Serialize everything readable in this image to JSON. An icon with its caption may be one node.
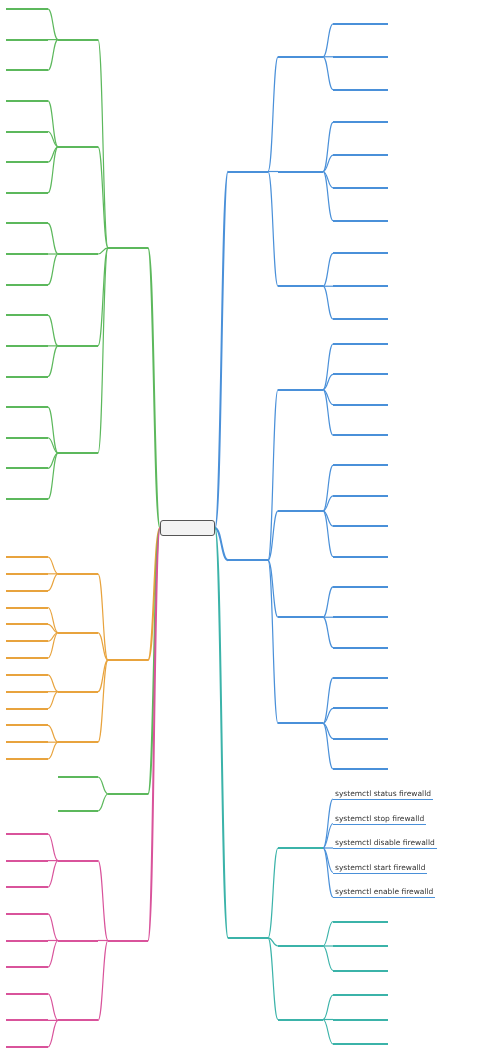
{
  "diagram": {
    "nodes": [
      {
        "text": [],
        "shape": "box"
      },
      {
        "text": [],
        "shape": "bar"
      },
      {
        "text": [],
        "shape": "bar"
      },
      {
        "text": [],
        "shape": "bar"
      },
      {
        "text": [],
        "shape": "bar"
      },
      {
        "text": [],
        "shape": "bar"
      },
      {
        "text": [],
        "shape": "bar"
      },
      {
        "text": [],
        "shape": "bar"
      },
      {
        "text": [],
        "shape": "bar"
      },
      {
        "text": [],
        "shape": "bar"
      },
      {
        "text": [],
        "shape": "bar"
      },
      {
        "text": [],
        "shape": "bar"
      },
      {
        "text": [],
        "shape": "bar"
      },
      {
        "text": [],
        "shape": "bar"
      },
      {
        "text": [],
        "shape": "bar"
      },
      {
        "text": [],
        "shape": "bar"
      },
      {
        "text": [],
        "shape": "bar"
      },
      {
        "text": [],
        "shape": "bar"
      },
      {
        "text": [],
        "shape": "bar"
      },
      {
        "text": [],
        "shape": "bar"
      },
      {
        "text": [],
        "shape": "bar"
      },
      {
        "text": [],
        "shape": "bar"
      },
      {
        "text": [],
        "shape": "bar"
      },
      {
        "text": [],
        "shape": "bar"
      },
      {
        "text": [],
        "shape": "bar"
      },
      {
        "text": [],
        "shape": "bar"
      },
      {
        "text": [],
        "shape": "bar"
      },
      {
        "text": [],
        "shape": "bar"
      },
      {
        "text": [],
        "shape": "bar"
      },
      {
        "text": [],
        "shape": "bar"
      },
      {
        "text": [],
        "shape": "bar"
      },
      {
        "text": [],
        "shape": "bar"
      },
      {
        "text": [],
        "shape": "bar"
      },
      {
        "text": [],
        "shape": "bar"
      },
      {
        "text": [],
        "shape": "bar"
      },
      {
        "text": [],
        "shape": "bar"
      },
      {
        "text": [],
        "shape": "bar"
      },
      {
        "text": [],
        "shape": "bar"
      },
      {
        "text": [],
        "shape": "bar"
      },
      {
        "text": [],
        "shape": "bar"
      },
      {
        "text": [],
        "shape": "bar"
      },
      {
        "text": [],
        "shape": "bar"
      },
      {
        "text": [],
        "shape": "bar"
      },
      {
        "text": [],
        "shape": "bar"
      },
      {
        "text": [],
        "shape": "bar"
      },
      {
        "text": [],
        "shape": "bar"
      },
      {
        "text": [],
        "shape": "bar"
      },
      {
        "text": [],
        "shape": "bar"
      },
      {
        "text": [],
        "shape": "bar"
      },
      {
        "text": [],
        "shape": "bar"
      },
      {
        "text": [],
        "shape": "bar"
      },
      {
        "text": [],
        "shape": "bar"
      },
      {
        "text": [],
        "shape": "bar"
      },
      {
        "text": [],
        "shape": "bar"
      },
      {
        "text": [],
        "shape": "bar"
      },
      {
        "text": [],
        "shape": "bar"
      },
      {
        "text": [],
        "shape": "bar"
      },
      {
        "text": [],
        "shape": "bar"
      },
      {
        "text": [],
        "shape": "bar"
      },
      {
        "text": [],
        "shape": "bar"
      },
      {
        "text": [],
        "shape": "bar"
      },
      {
        "text": [],
        "shape": "bar"
      },
      {
        "text": [],
        "shape": "bar"
      },
      {
        "text": [],
        "shape": "bar"
      },
      {
        "text": [],
        "shape": "bar"
      },
      {
        "text": [],
        "shape": "bar"
      },
      {
        "text": [],
        "shape": "bar"
      },
      {
        "text": [],
        "shape": "bar"
      },
      {
        "text": [],
        "shape": "bar"
      },
      {
        "text": [],
        "shape": "bar"
      },
      {
        "text": [],
        "shape": "bar"
      },
      {
        "text": [],
        "shape": "bar"
      },
      {
        "text": [],
        "shape": "bar"
      },
      {
        "text": [],
        "shape": "bar"
      },
      {
        "text": [],
        "shape": "bar"
      },
      {
        "text": [],
        "shape": "bar"
      },
      {
        "text": [],
        "shape": "bar"
      },
      {
        "text": [],
        "shape": "bar"
      },
      {
        "text": [],
        "shape": "bar"
      },
      {
        "text": [],
        "shape": "bar"
      },
      {
        "text": [],
        "shape": "bar"
      },
      {
        "text": [],
        "shape": "bar"
      },
      {
        "text": [],
        "shape": "bar"
      },
      {
        "text": [],
        "shape": "bar"
      },
      {
        "text": [],
        "shape": "bar"
      },
      {
        "text": [],
        "shape": "bar"
      },
      {
        "text": [],
        "shape": "bar"
      },
      {
        "text": [],
        "shape": "bar"
      },
      {
        "text": [],
        "shape": "bar"
      },
      {
        "text": [],
        "shape": "bar"
      },
      {
        "text": [],
        "shape": "bar"
      },
      {
        "text": [],
        "shape": "bar"
      },
      {
        "text": [],
        "shape": "bar"
      },
      {
        "text": [],
        "shape": "bar"
      },
      {
        "text": [],
        "shape": "bar"
      },
      {
        "text": [],
        "shape": "bar"
      },
      {
        "text": [
          "systemctl status firewalld"
        ]
      },
      {
        "text": [
          "systemctl stop firewalld"
        ]
      },
      {
        "text": [
          "systemctl disable firewalld"
        ]
      },
      {
        "text": [
          "systemctl start firewalld"
        ]
      },
      {
        "text": [
          "systemctl enable firewalld"
        ]
      },
      {
        "text": [],
        "shape": "bar"
      },
      {
        "text": [],
        "shape": "bar"
      },
      {
        "text": [],
        "shape": "bar"
      },
      {
        "text": [],
        "shape": "bar"
      },
      {
        "text": [],
        "shape": "bar"
      },
      {
        "text": [],
        "shape": "bar"
      }
    ],
    "edges": [
      {
        "from": 0,
        "to": 1,
        "arrow": "none",
        "color": "#5cb85c"
      },
      {
        "from": 0,
        "to": 2,
        "arrow": "none",
        "color": "#e8a33d"
      },
      {
        "from": 0,
        "to": 3,
        "arrow": "none",
        "color": "#5cb85c"
      },
      {
        "from": 0,
        "to": 4,
        "arrow": "none",
        "color": "#d9539b"
      },
      {
        "from": 0,
        "to": 5,
        "arrow": "none"
      },
      {
        "from": 0,
        "to": 6,
        "arrow": "none"
      },
      {
        "from": 0,
        "to": 7,
        "arrow": "none",
        "color": "#3bb3a9"
      },
      {
        "from": 1,
        "to": 8,
        "arrow": "none",
        "color": "#5cb85c"
      },
      {
        "from": 1,
        "to": 9,
        "arrow": "none",
        "color": "#5cb85c"
      },
      {
        "from": 1,
        "to": 10,
        "arrow": "none",
        "color": "#5cb85c"
      },
      {
        "from": 1,
        "to": 11,
        "arrow": "none",
        "color": "#5cb85c"
      },
      {
        "from": 1,
        "to": 12,
        "arrow": "none",
        "color": "#5cb85c"
      },
      {
        "from": 8,
        "to": 13,
        "arrow": "none",
        "color": "#5cb85c"
      },
      {
        "from": 8,
        "to": 14,
        "arrow": "none",
        "color": "#5cb85c"
      },
      {
        "from": 8,
        "to": 15,
        "arrow": "none",
        "color": "#5cb85c"
      },
      {
        "from": 9,
        "to": 16,
        "arrow": "none",
        "color": "#5cb85c"
      },
      {
        "from": 9,
        "to": 17,
        "arrow": "none",
        "color": "#5cb85c"
      },
      {
        "from": 9,
        "to": 18,
        "arrow": "none",
        "color": "#5cb85c"
      },
      {
        "from": 9,
        "to": 19,
        "arrow": "none",
        "color": "#5cb85c"
      },
      {
        "from": 10,
        "to": 20,
        "arrow": "none",
        "color": "#5cb85c"
      },
      {
        "from": 10,
        "to": 21,
        "arrow": "none",
        "color": "#5cb85c"
      },
      {
        "from": 10,
        "to": 22,
        "arrow": "none",
        "color": "#5cb85c"
      },
      {
        "from": 11,
        "to": 23,
        "arrow": "none",
        "color": "#5cb85c"
      },
      {
        "from": 11,
        "to": 24,
        "arrow": "none",
        "color": "#5cb85c"
      },
      {
        "from": 11,
        "to": 25,
        "arrow": "none",
        "color": "#5cb85c"
      },
      {
        "from": 12,
        "to": 26,
        "arrow": "none",
        "color": "#5cb85c"
      },
      {
        "from": 12,
        "to": 27,
        "arrow": "none",
        "color": "#5cb85c"
      },
      {
        "from": 12,
        "to": 28,
        "arrow": "none",
        "color": "#5cb85c"
      },
      {
        "from": 12,
        "to": 29,
        "arrow": "none",
        "color": "#5cb85c"
      },
      {
        "from": 2,
        "to": 30,
        "arrow": "none",
        "color": "#e8a33d"
      },
      {
        "from": 2,
        "to": 31,
        "arrow": "none",
        "color": "#e8a33d"
      },
      {
        "from": 2,
        "to": 32,
        "arrow": "none",
        "color": "#e8a33d"
      },
      {
        "from": 2,
        "to": 33,
        "arrow": "none",
        "color": "#e8a33d"
      },
      {
        "from": 30,
        "to": 34,
        "arrow": "none",
        "color": "#e8a33d"
      },
      {
        "from": 30,
        "to": 35,
        "arrow": "none",
        "color": "#e8a33d"
      },
      {
        "from": 30,
        "to": 36,
        "arrow": "none",
        "color": "#e8a33d"
      },
      {
        "from": 31,
        "to": 37,
        "arrow": "none",
        "color": "#e8a33d"
      },
      {
        "from": 31,
        "to": 38,
        "arrow": "none",
        "color": "#e8a33d"
      },
      {
        "from": 31,
        "to": 39,
        "arrow": "none",
        "color": "#e8a33d"
      },
      {
        "from": 31,
        "to": 40,
        "arrow": "none",
        "color": "#e8a33d"
      },
      {
        "from": 32,
        "to": 41,
        "arrow": "none",
        "color": "#e8a33d"
      },
      {
        "from": 32,
        "to": 42,
        "arrow": "none",
        "color": "#e8a33d"
      },
      {
        "from": 32,
        "to": 43,
        "arrow": "none",
        "color": "#e8a33d"
      },
      {
        "from": 33,
        "to": 44,
        "arrow": "none",
        "color": "#e8a33d"
      },
      {
        "from": 33,
        "to": 45,
        "arrow": "none",
        "color": "#e8a33d"
      },
      {
        "from": 33,
        "to": 46,
        "arrow": "none",
        "color": "#e8a33d"
      },
      {
        "from": 3,
        "to": 47,
        "arrow": "none",
        "color": "#5cb85c"
      },
      {
        "from": 3,
        "to": 48,
        "arrow": "none",
        "color": "#5cb85c"
      },
      {
        "from": 4,
        "to": 49,
        "arrow": "none",
        "color": "#d9539b"
      },
      {
        "from": 4,
        "to": 50,
        "arrow": "none",
        "color": "#d9539b"
      },
      {
        "from": 4,
        "to": 51,
        "arrow": "none",
        "color": "#d9539b"
      },
      {
        "from": 49,
        "to": 52,
        "arrow": "none",
        "color": "#d9539b"
      },
      {
        "from": 49,
        "to": 53,
        "arrow": "none",
        "color": "#d9539b"
      },
      {
        "from": 49,
        "to": 54,
        "arrow": "none",
        "color": "#d9539b"
      },
      {
        "from": 50,
        "to": 55,
        "arrow": "none",
        "color": "#d9539b"
      },
      {
        "from": 50,
        "to": 56,
        "arrow": "none",
        "color": "#d9539b"
      },
      {
        "from": 50,
        "to": 57,
        "arrow": "none",
        "color": "#d9539b"
      },
      {
        "from": 51,
        "to": 58,
        "arrow": "none",
        "color": "#d9539b"
      },
      {
        "from": 51,
        "to": 59,
        "arrow": "none",
        "color": "#d9539b"
      },
      {
        "from": 51,
        "to": 60,
        "arrow": "none",
        "color": "#d9539b"
      },
      {
        "from": 5,
        "to": 61,
        "arrow": "none"
      },
      {
        "from": 5,
        "to": 62,
        "arrow": "none"
      },
      {
        "from": 5,
        "to": 63,
        "arrow": "none"
      },
      {
        "from": 61,
        "to": 64,
        "arrow": "none"
      },
      {
        "from": 61,
        "to": 65,
        "arrow": "none"
      },
      {
        "from": 61,
        "to": 66,
        "arrow": "none"
      },
      {
        "from": 62,
        "to": 67,
        "arrow": "none"
      },
      {
        "from": 62,
        "to": 68,
        "arrow": "none"
      },
      {
        "from": 62,
        "to": 69,
        "arrow": "none"
      },
      {
        "from": 62,
        "to": 70,
        "arrow": "none"
      },
      {
        "from": 63,
        "to": 71,
        "arrow": "none"
      },
      {
        "from": 63,
        "to": 72,
        "arrow": "none"
      },
      {
        "from": 63,
        "to": 73,
        "arrow": "none"
      },
      {
        "from": 6,
        "to": 74,
        "arrow": "none"
      },
      {
        "from": 6,
        "to": 75,
        "arrow": "none"
      },
      {
        "from": 6,
        "to": 76,
        "arrow": "none"
      },
      {
        "from": 6,
        "to": 77,
        "arrow": "none"
      },
      {
        "from": 74,
        "to": 78,
        "arrow": "none"
      },
      {
        "from": 74,
        "to": 79,
        "arrow": "none"
      },
      {
        "from": 74,
        "to": 80,
        "arrow": "none"
      },
      {
        "from": 74,
        "to": 81,
        "arrow": "none"
      },
      {
        "from": 75,
        "to": 82,
        "arrow": "none"
      },
      {
        "from": 75,
        "to": 83,
        "arrow": "none"
      },
      {
        "from": 75,
        "to": 84,
        "arrow": "none"
      },
      {
        "from": 75,
        "to": 85,
        "arrow": "none"
      },
      {
        "from": 76,
        "to": 86,
        "arrow": "none"
      },
      {
        "from": 76,
        "to": 87,
        "arrow": "none"
      },
      {
        "from": 76,
        "to": 88,
        "arrow": "none"
      },
      {
        "from": 77,
        "to": 89,
        "arrow": "none"
      },
      {
        "from": 77,
        "to": 90,
        "arrow": "none"
      },
      {
        "from": 77,
        "to": 91,
        "arrow": "none"
      },
      {
        "from": 77,
        "to": 92,
        "arrow": "none"
      },
      {
        "from": 7,
        "to": 93,
        "arrow": "none",
        "color": "#3bb3a9"
      },
      {
        "from": 7,
        "to": 94,
        "arrow": "none",
        "color": "#3bb3a9"
      },
      {
        "from": 7,
        "to": 95,
        "arrow": "none",
        "color": "#3bb3a9"
      },
      {
        "from": 93,
        "to": 96,
        "arrow": "none"
      },
      {
        "from": 93,
        "to": 97,
        "arrow": "none"
      },
      {
        "from": 93,
        "to": 98,
        "arrow": "none"
      },
      {
        "from": 93,
        "to": 99,
        "arrow": "none"
      },
      {
        "from": 93,
        "to": 100,
        "arrow": "none"
      },
      {
        "from": 94,
        "to": 101,
        "arrow": "none",
        "color": "#3bb3a9"
      },
      {
        "from": 94,
        "to": 102,
        "arrow": "none",
        "color": "#3bb3a9"
      },
      {
        "from": 94,
        "to": 103,
        "arrow": "none",
        "color": "#3bb3a9"
      },
      {
        "from": 95,
        "to": 104,
        "arrow": "none",
        "color": "#3bb3a9"
      },
      {
        "from": 95,
        "to": 105,
        "arrow": "none",
        "color": "#3bb3a9"
      },
      {
        "from": 95,
        "to": 106,
        "arrow": "none",
        "color": "#3bb3a9"
      }
    ]
  }
}
